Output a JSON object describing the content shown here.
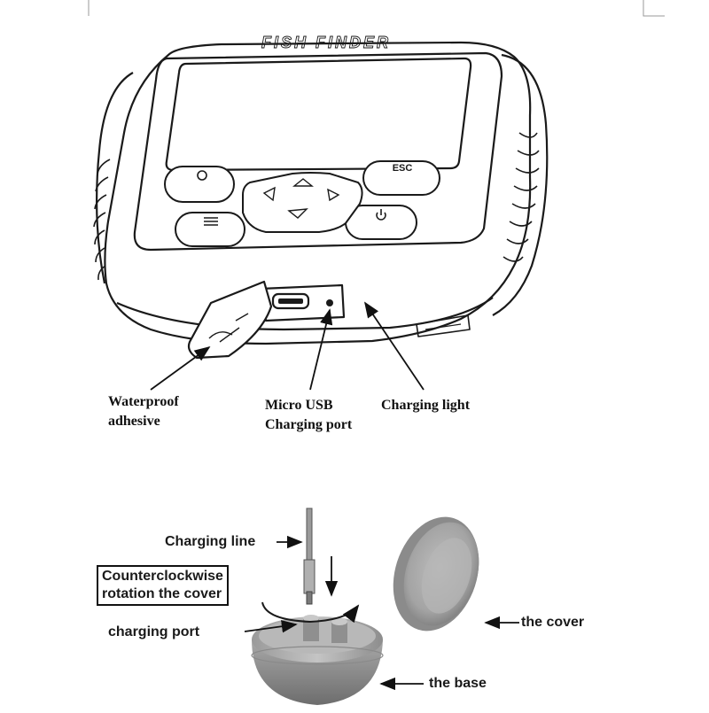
{
  "top_figure": {
    "device_brand": "FISH FINDER",
    "buttons": {
      "esc_label": "ESC"
    },
    "labels": {
      "waterproof_line1": "Waterproof",
      "waterproof_line2": "adhesive",
      "microusb_line1": "Micro USB",
      "microusb_line2": "Charging port",
      "charging_light": "Charging light"
    }
  },
  "bottom_figure": {
    "labels": {
      "charging_line": "Charging line",
      "rotation_line1": "Counterclockwise",
      "rotation_line2": "rotation the cover",
      "charging_port": "charging port",
      "the_cover": "the cover",
      "the_base": "the base"
    }
  },
  "colors": {
    "outline": "#1a1a1a",
    "sensor_gray": "#9c9c9c",
    "sensor_light": "#cfcfcf",
    "sensor_dark": "#6f6f6f"
  }
}
